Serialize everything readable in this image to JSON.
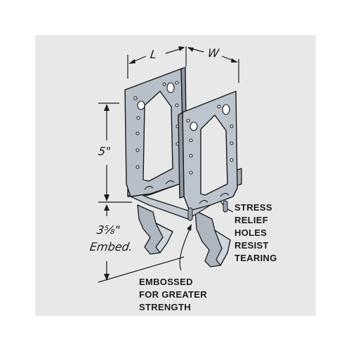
{
  "diagram": {
    "dimensions": {
      "length": "L",
      "width": "W",
      "height": "5\"",
      "embed_depth": "3⅝\"",
      "embed_label": "Embed."
    },
    "callouts": {
      "stress_relief": [
        "STRESS",
        "RELIEF",
        "HOLES",
        "RESIST",
        "TEARING"
      ],
      "embossed": [
        "EMBOSSED",
        "FOR GREATER",
        "STRENGTH"
      ]
    },
    "colors": {
      "background_panel": "#e8e8e8",
      "metal_fill": "#b7bfc8",
      "metal_dark": "#8f98a3",
      "outline": "#1a1a1a"
    }
  }
}
